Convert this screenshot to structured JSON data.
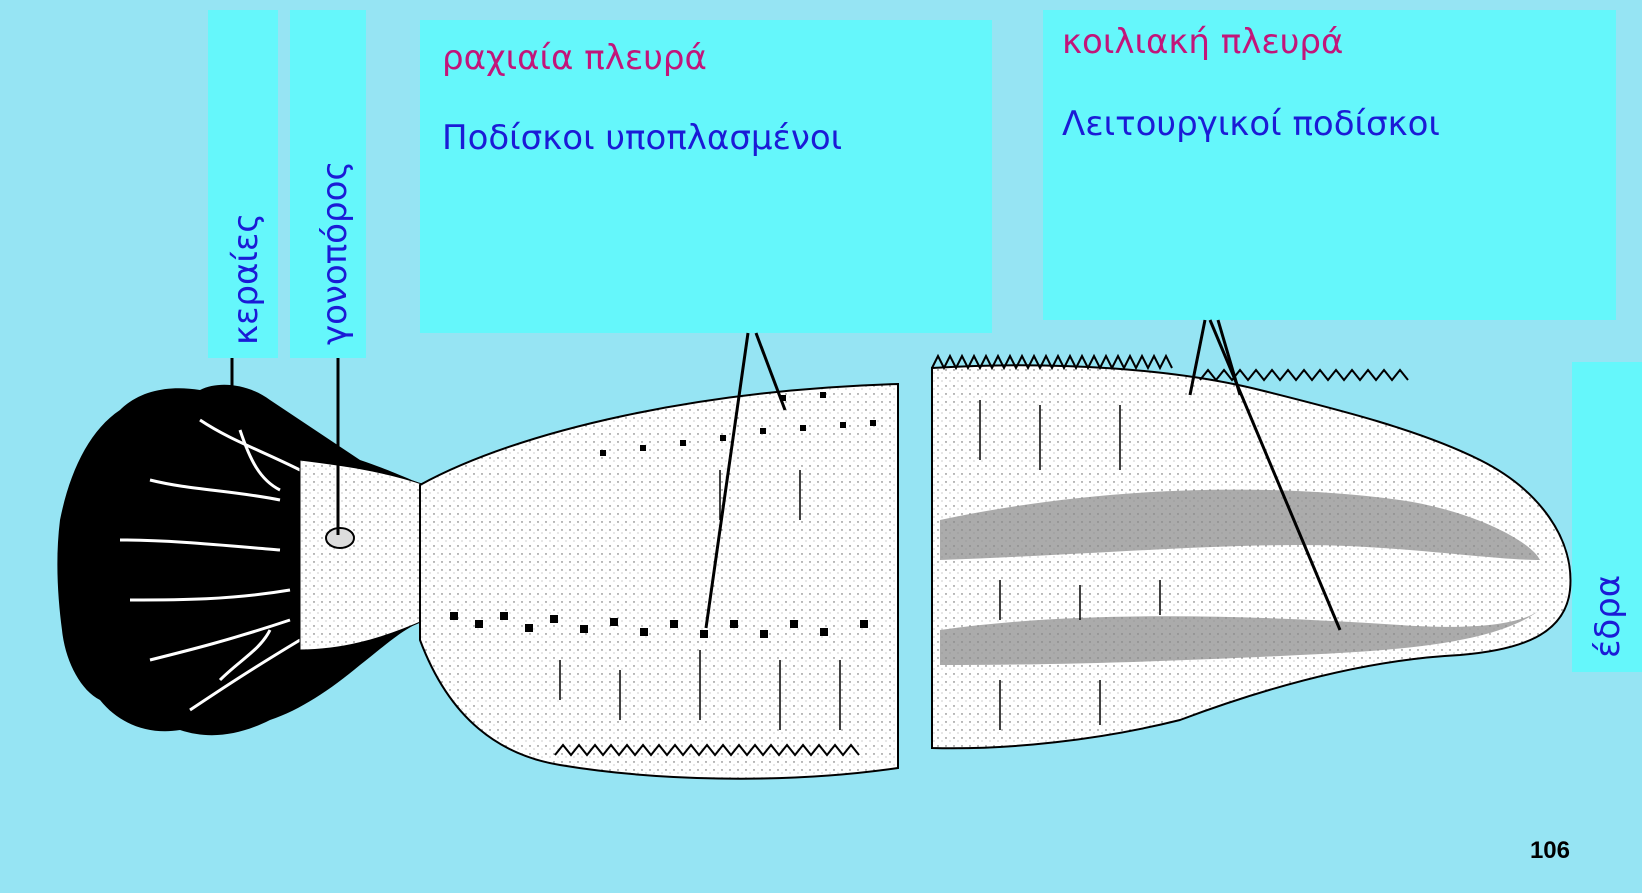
{
  "labels": {
    "tentacles": "κεραίες",
    "gonopore": "γονοπόρος",
    "dorsal_title": "ραχιαία πλευρά",
    "dorsal_sub": "Ποδίσκοι υποπλασμένοι",
    "ventral_title": "κοιλιακή πλευρά",
    "ventral_sub": "Λειτουργικοί ποδίσκοι",
    "anus": "έδρα"
  },
  "page_number": "106",
  "colors": {
    "background": "#96e4f3",
    "label_box": "#65f7fb",
    "title_text": "#c2157a",
    "label_text": "#1b1bd6"
  }
}
